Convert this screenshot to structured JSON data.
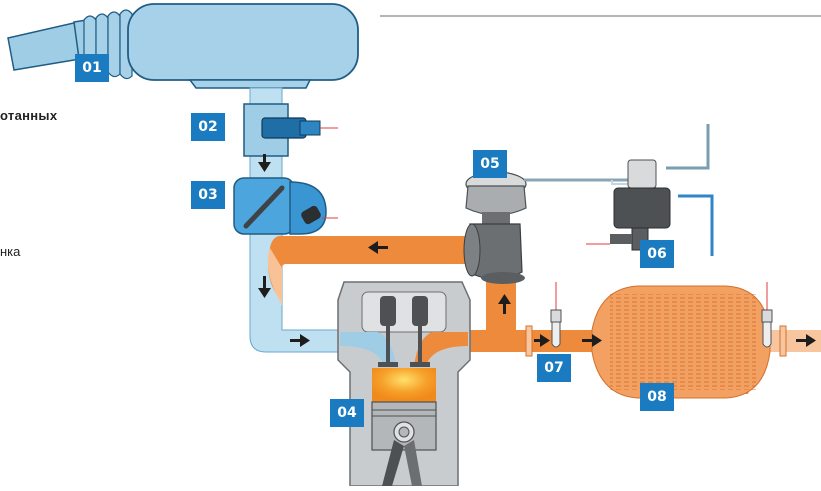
{
  "diagram": {
    "callouts": [
      "01",
      "02",
      "03",
      "04",
      "05",
      "06",
      "07",
      "08"
    ],
    "side_text": {
      "bold_line": "отанных",
      "plain_line": "нка"
    },
    "colors": {
      "intake_air": "#aad4ea",
      "exhaust": "#f0873a",
      "exhaust_pale": "#f8c8a0",
      "catalyst": "#f3a063",
      "callout_bg": "#1a7bc0",
      "engine_grey": "#c9ccce",
      "valve_grey": "#4d5153",
      "flame": "#f6a02a",
      "sensor_red": "#e63b3b"
    },
    "icons": [
      "air-filter-icon",
      "air-mass-meter-icon",
      "throttle-valve-icon",
      "engine-cylinder-icon",
      "egr-valve-icon",
      "pressure-converter-icon",
      "lambda-sensor-icon",
      "catalytic-converter-icon",
      "flow-arrow-icon"
    ]
  }
}
